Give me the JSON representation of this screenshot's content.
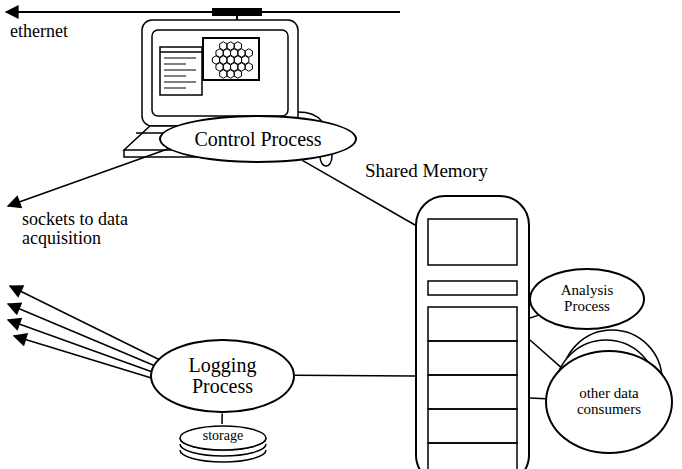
{
  "diagram": {
    "nodes": [
      {
        "text": [
          "Control Process"
        ]
      },
      {
        "text": [
          "Shared Memory"
        ]
      },
      {
        "text": [
          "Analysis Process"
        ]
      },
      {
        "text": [
          "Logging Process"
        ]
      },
      {
        "text": [
          "other data consumers"
        ]
      },
      {
        "text": [
          "storage"
        ]
      }
    ],
    "edges": [
      {
        "from": 0,
        "to": 1,
        "arrow": "none"
      },
      {
        "from": 2,
        "to": 1,
        "arrow": "none"
      },
      {
        "from": 3,
        "to": 1,
        "arrow": "none"
      },
      {
        "from": 4,
        "to": 1,
        "arrow": "none"
      },
      {
        "from": 4,
        "to": 1,
        "arrow": "none"
      },
      {
        "from": 3,
        "to": 5,
        "arrow": "none"
      }
    ],
    "labels": [
      "ethernet",
      "sockets to data acquisition"
    ]
  }
}
